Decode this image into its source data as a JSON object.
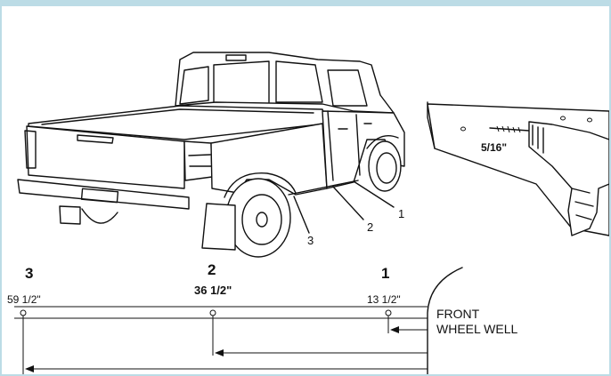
{
  "truck_callouts": [
    "1",
    "2",
    "3"
  ],
  "drill": {
    "bit_size": "5/16\""
  },
  "measurements": [
    {
      "number": "3",
      "distance": "59 1/2\""
    },
    {
      "number": "2",
      "distance": "36 1/2\""
    },
    {
      "number": "1",
      "distance": "13 1/2\""
    }
  ],
  "reference_label": {
    "line1": "FRONT",
    "line2": "WHEEL WELL"
  },
  "colors": {
    "frame": "#bcdce6",
    "ink": "#111111",
    "background": "#ffffff"
  }
}
